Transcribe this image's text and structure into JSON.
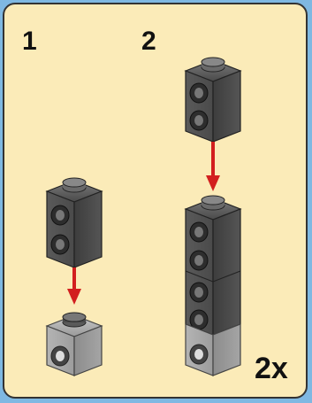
{
  "steps": [
    {
      "number": "1"
    },
    {
      "number": "2"
    }
  ],
  "multiplier": "2x",
  "colors": {
    "background": "#fbebb8",
    "border": "#333333",
    "arrow": "#d21f1f",
    "brick_dark": "#5a5a5a",
    "brick_light": "#a9a9a9"
  }
}
